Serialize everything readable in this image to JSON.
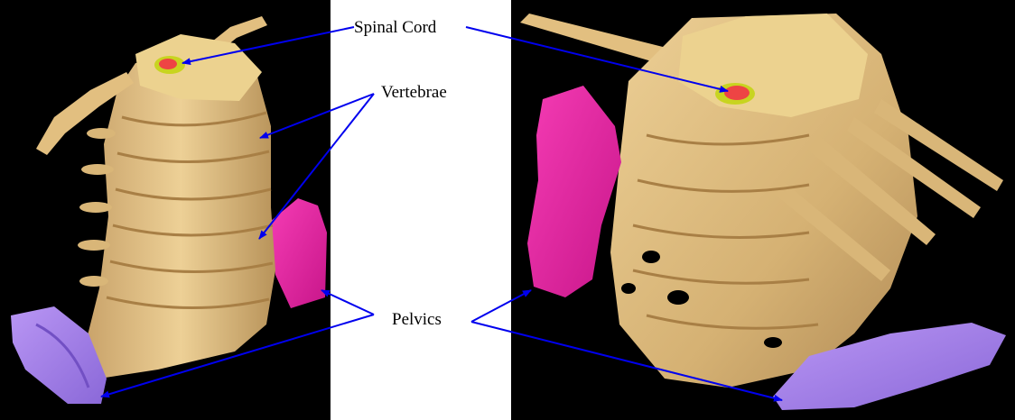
{
  "labels": {
    "spinal_cord": "Spinal Cord",
    "vertebrae": "Vertebrae",
    "pelvics": "Pelvics"
  },
  "colors": {
    "bone": "#e2bf80",
    "bone_dark": "#b8935a",
    "pelvic_magenta": "#ee2aa8",
    "pelvic_lavender": "#a883ec",
    "spinal_cord_red": "#ee4444",
    "spinal_canal_yellow": "#c8d420",
    "arrow_blue": "#0000ee",
    "background": "#000000"
  }
}
